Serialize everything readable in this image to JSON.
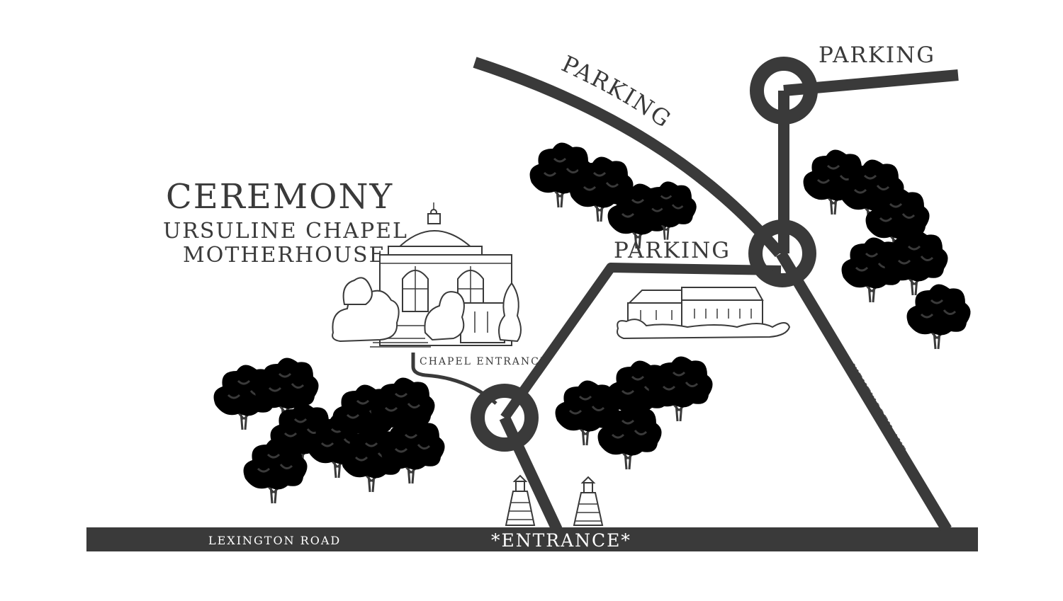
{
  "map": {
    "labels": {
      "ceremony_title": "CEREMONY",
      "venue_line1": "URSULINE CHAPEL",
      "venue_line2": "MOTHERHOUSE",
      "parking_curve": "PARKING",
      "parking_top_right": "PARKING",
      "parking_center": "PARKING",
      "chapel_entrance": "CHAPEL ENTRANCE",
      "main_entrance": "*ENTRANCE*",
      "lexington_road": "LEXINGTON ROAD",
      "wentworth_ave": "WENTWORTH AVE"
    },
    "colors": {
      "ink": "#3a3a3a",
      "background": "#ffffff"
    },
    "icons": [
      "chapel-illustration",
      "building-illustration",
      "gate-pillar-icon",
      "tree-cluster-icon",
      "roundabout-icon"
    ]
  }
}
